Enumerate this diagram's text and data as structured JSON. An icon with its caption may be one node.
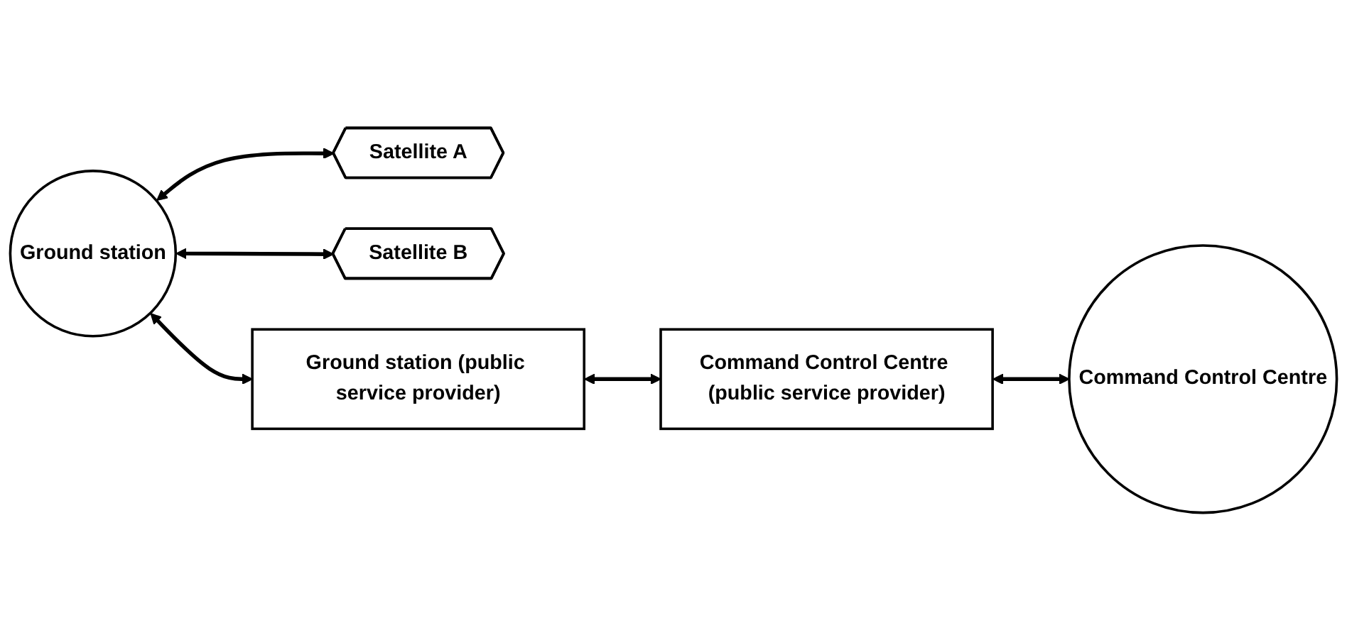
{
  "diagram": {
    "nodes": [
      {
        "text": [
          "Ground station"
        ]
      },
      {
        "text": [
          "Satellite A"
        ]
      },
      {
        "text": [
          "Satellite B"
        ]
      },
      {
        "text": [
          "Ground station (public service provider)"
        ]
      },
      {
        "text": [
          "Command Control Centre (public service provider)"
        ]
      },
      {
        "text": [
          "Command Control Centre"
        ]
      }
    ],
    "edges": [
      {
        "from": 0,
        "to": 1,
        "arrow": "both"
      },
      {
        "from": 0,
        "to": 2,
        "arrow": "both"
      },
      {
        "from": 0,
        "to": 3,
        "arrow": "both"
      },
      {
        "from": 3,
        "to": 4,
        "arrow": "both"
      },
      {
        "from": 4,
        "to": 5,
        "arrow": "both"
      }
    ]
  }
}
